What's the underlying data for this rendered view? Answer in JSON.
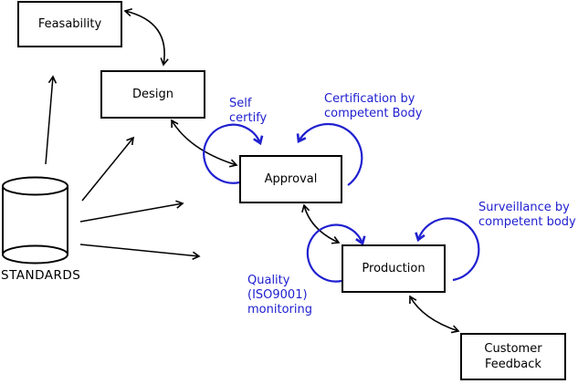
{
  "diagram": {
    "title": "Standards-driven product lifecycle diagram",
    "colors": {
      "line": "#000000",
      "loop_blue": "#2020d0",
      "background": "#ffffff"
    },
    "nodes": [
      {
        "id": "feasability",
        "label": "Feasability",
        "shape": "rectangle"
      },
      {
        "id": "design",
        "label": "Design",
        "shape": "rectangle"
      },
      {
        "id": "approval",
        "label": "Approval",
        "shape": "rectangle"
      },
      {
        "id": "production",
        "label": "Production",
        "shape": "rectangle"
      },
      {
        "id": "customer-feedback",
        "label": "Customer\nFeedback",
        "shape": "rectangle"
      },
      {
        "id": "standards",
        "label": "STANDARDS",
        "shape": "cylinder"
      }
    ],
    "annotations": [
      {
        "id": "self-certify",
        "label": "Self\ncertify",
        "color": "#2020d0",
        "attached_to": "approval"
      },
      {
        "id": "certification",
        "label": "Certification by\ncompetent Body",
        "color": "#2020d0",
        "attached_to": "approval"
      },
      {
        "id": "surveillance",
        "label": "Surveillance by\ncompetent body",
        "color": "#2020d0",
        "attached_to": "production"
      },
      {
        "id": "quality-monitoring",
        "label": "Quality\n(ISO9001)\nmonitoring",
        "color": "#2020d0",
        "attached_to": "production"
      }
    ],
    "edges": [
      {
        "from": "standards",
        "to": "feasability",
        "style": "single-arrow"
      },
      {
        "from": "standards",
        "to": "design",
        "style": "single-arrow"
      },
      {
        "from": "standards",
        "to": "approval",
        "style": "single-arrow"
      },
      {
        "from": "standards",
        "to": "production",
        "style": "single-arrow"
      },
      {
        "from": "feasability",
        "to": "design",
        "style": "double-arrow"
      },
      {
        "from": "design",
        "to": "approval",
        "style": "double-arrow"
      },
      {
        "from": "approval",
        "to": "production",
        "style": "double-arrow"
      },
      {
        "from": "production",
        "to": "customer-feedback",
        "style": "double-arrow"
      },
      {
        "from": "approval",
        "to": "approval",
        "style": "blue-loop"
      },
      {
        "from": "approval",
        "to": "approval",
        "style": "blue-loop"
      },
      {
        "from": "production",
        "to": "production",
        "style": "blue-loop"
      },
      {
        "from": "production",
        "to": "production",
        "style": "blue-loop"
      }
    ]
  }
}
